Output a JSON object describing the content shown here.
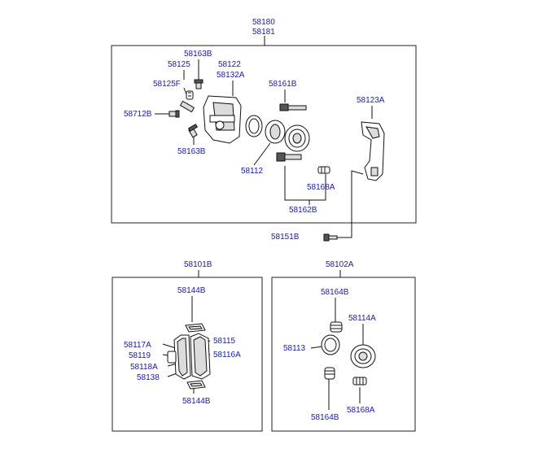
{
  "labels": {
    "top_assembly_1": "58180",
    "top_assembly_2": "58181",
    "p58163B_top": "58163B",
    "p58125": "58125",
    "p58125F": "58125F",
    "p58712B": "58712B",
    "p58163B_bottom": "58163B",
    "p58122": "58122",
    "p58132A": "58132A",
    "p58161B": "58161B",
    "p58112": "58112",
    "p58123A": "58123A",
    "p58168A_top": "58168A",
    "p58162B": "58162B",
    "p58151B": "58151B",
    "pad_kit": "58101B",
    "p58144B_top": "58144B",
    "p58117A": "58117A",
    "p58119": "58119",
    "p58118A": "58118A",
    "p58138": "58138",
    "p58115": "58115",
    "p58116A": "58116A",
    "p58144B_bottom": "58144B",
    "seal_kit": "58102A",
    "p58164B_top": "58164B",
    "p58114A": "58114A",
    "p58113": "58113",
    "p58164B_bottom": "58164B",
    "p58168A_bottom": "58168A"
  }
}
